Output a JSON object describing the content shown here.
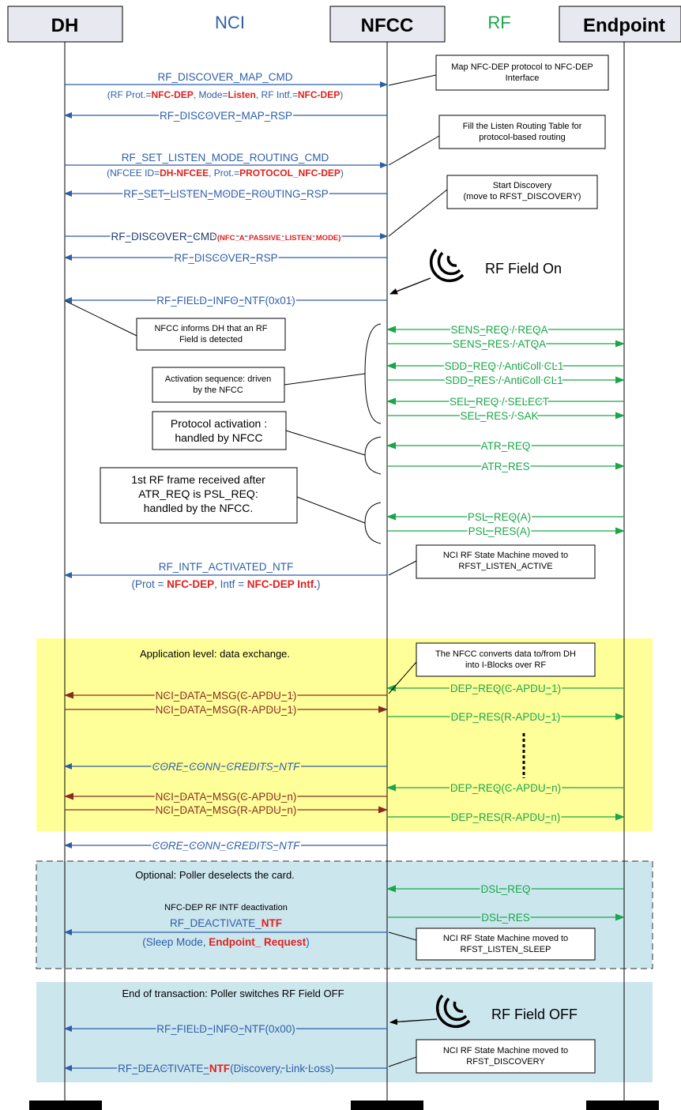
{
  "headers": {
    "dh": "DH",
    "nci": "NCI",
    "nfcc": "NFCC",
    "rf": "RF",
    "endpoint": "Endpoint"
  },
  "msg": {
    "m1": "RF_DISCOVER_MAP_CMD",
    "m1s": {
      "a": "(RF Prot.=",
      "b": "NFC-DEP",
      "c": ", Mode=",
      "d": "Listen",
      "e": ", RF Intf.=",
      "f": "NFC-DEP",
      "g": ")"
    },
    "m2": "RF_DISCOVER_MAP_RSP",
    "m3": "RF_SET_LISTEN_MODE_ROUTING_CMD",
    "m3s": {
      "a": "(NFCEE ID=",
      "b": "DH-NFCEE",
      "c": ", Prot.=",
      "d": "PROTOCOL_NFC-DEP",
      "e": ")"
    },
    "m4": "RF_SET_LISTEN_MODE_ROUTING_RSP",
    "m5": "RF_DISCOVER_CMD",
    "m5s": "(NFC_A_PASSIVE_LISTEN_MODE)",
    "m6": "RF_DISCOVER_RSP",
    "m7": "RF_FIELD_INFO_NTF(0x01)",
    "m8": "RF_INTF_ACTIVATED_NTF",
    "m8s": {
      "a": "(Prot = ",
      "b": "NFC-DEP",
      "c": ", Intf = ",
      "d": "NFC-DEP Intf.",
      "e": ")"
    },
    "d1": "NCI_DATA_MSG(C-APDU_1)",
    "d2": "NCI_DATA_MSG(R-APDU_1)",
    "c1": "CORE_CONN_CREDITS_NTF",
    "d3": "NCI_DATA_MSG(C-APDU_n)",
    "d4": "NCI_DATA_MSG(R-APDU_n)",
    "c2": "CORE_CONN_CREDITS_NTF",
    "deact_intro": "NFC-DEP RF INTF deactivation",
    "deact": {
      "a": "RF_DEACTIVATE_",
      "b": "NTF"
    },
    "deact_s": {
      "a": "(Sleep Mode, ",
      "b": "Endpoint_ Request",
      "c": ")"
    },
    "m9": "RF_FIELD_INFO_NTF(0x00)",
    "m10": {
      "a": "RF_DEACTIVATE_",
      "b": "NTF",
      "c": "(Discovery, Link Loss)"
    }
  },
  "rf": {
    "r1": "SENS_REQ / REQA",
    "r2": "SENS_RES / ATQA",
    "r3": "SDD_REQ / AntiColl CL1",
    "r4": "SDD_RES / AntiColl CL1",
    "r5": "SEL_REQ / SELECT",
    "r6": "SEL_RES / SAK",
    "r7": "ATR_REQ",
    "r8": "ATR_RES",
    "r9": "PSL_REQ(A)",
    "r10": "PSL_RES(A)",
    "r11": "DEP_REQ(C-APDU_1)",
    "r12": "DEP_RES(R-APDU_1)",
    "r13": "DEP_REQ(C-APDU_n)",
    "r14": "DEP_RES(R-APDU_n)",
    "r15": "DSL_REQ",
    "r16": "DSL_RES"
  },
  "notes": {
    "n1": [
      "Map NFC-DEP protocol to NFC-DEP",
      "Interface"
    ],
    "n2": [
      "Fill the Listen Routing Table for",
      "protocol-based routing"
    ],
    "n3": [
      "Start Discovery",
      "(move to RFST_DISCOVERY)"
    ],
    "n4": [
      "NFCC informs DH that an RF",
      "Field is detected"
    ],
    "n5": [
      "Activation sequence: driven",
      "by the NFCC"
    ],
    "n6": [
      "Protocol activation :",
      "handled by NFCC"
    ],
    "n7": [
      "1st RF frame received after",
      "ATR_REQ is PSL_REQ:",
      "handled by the NFCC."
    ],
    "n8": [
      "NCI RF State Machine moved to",
      "RFST_LISTEN_ACTIVE"
    ],
    "n9": [
      "The NFCC converts data to/from DH",
      "into I-Blocks over RF"
    ],
    "n10": [
      "NCI RF State Machine moved to",
      "RFST_LISTEN_SLEEP"
    ],
    "n11": [
      "NCI RF State Machine moved to",
      "RFST_DISCOVERY"
    ]
  },
  "field": {
    "on": "RF Field On",
    "off": "RF Field OFF"
  },
  "sections": {
    "app": "Application level: data exchange.",
    "optional": "Optional: Poller deselects the card.",
    "end": "End of transaction: Poller switches RF Field OFF"
  },
  "colors": {
    "nci": "#2E5EA8",
    "rf": "#1AA64A",
    "data": "#8B2B22",
    "highlight": "#E02020",
    "app_bg": "#FFFF99",
    "blue_bg": "#CCE6EE"
  }
}
